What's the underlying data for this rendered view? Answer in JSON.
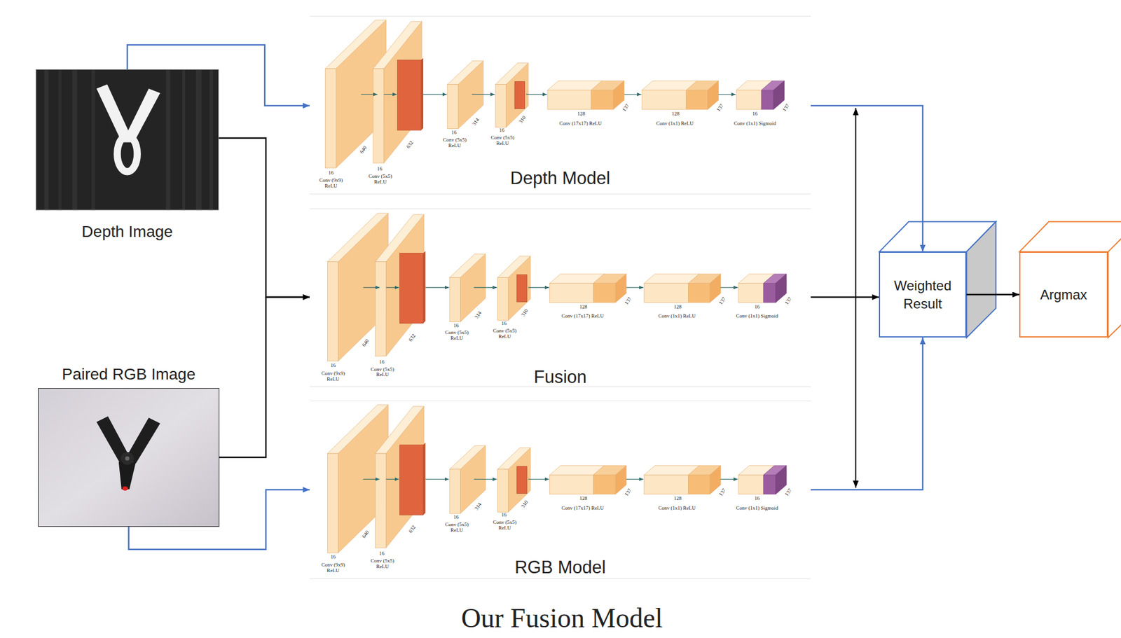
{
  "diagram": {
    "caption": "Our Fusion Model",
    "nodes": [
      {
        "text": [
          "Depth Image"
        ]
      },
      {
        "text": [
          "Paired RGB Image"
        ]
      },
      {
        "text": [
          "Depth Model"
        ]
      },
      {
        "text": [
          "Fusion"
        ]
      },
      {
        "text": [
          "RGB Model"
        ]
      },
      {
        "text": [
          "Weighted Result"
        ]
      },
      {
        "text": [
          "Argmax"
        ]
      }
    ],
    "edges": [
      {
        "from": 0,
        "to": 2,
        "arrow": "to"
      },
      {
        "from": 0,
        "to": 3,
        "arrow": "to"
      },
      {
        "from": 1,
        "to": 3,
        "arrow": "to"
      },
      {
        "from": 1,
        "to": 4,
        "arrow": "to"
      },
      {
        "from": 2,
        "to": 5,
        "arrow": "to"
      },
      {
        "from": 3,
        "to": 5,
        "arrow": "to"
      },
      {
        "from": 4,
        "to": 5,
        "arrow": "to"
      },
      {
        "from": 5,
        "to": 6,
        "arrow": "to"
      }
    ],
    "labels": [
      "16",
      "Conv (9x9) ReLU",
      "640",
      "16",
      "Conv (5x5) ReLU",
      "632",
      "16",
      "Conv (5x5) ReLU",
      "314",
      "16",
      "Conv (5x5) ReLU",
      "310",
      "128",
      "Conv (17x17) ReLU",
      "137",
      "128",
      "Conv (1x1) ReLU",
      "137",
      "16",
      "Conv (1x1) Sigmoid",
      "137",
      "16",
      "Conv (9x9) ReLU",
      "640",
      "16",
      "Conv (5x5) ReLU",
      "632",
      "16",
      "Conv (5x5) ReLU",
      "314",
      "16",
      "Conv (5x5) ReLU",
      "310",
      "128",
      "Conv (17x17) ReLU",
      "137",
      "128",
      "Conv (1x1) ReLU",
      "137",
      "16",
      "Conv (1x1) Sigmoid",
      "137",
      "16",
      "Conv (9x9) ReLU",
      "640",
      "16",
      "Conv (5x5) ReLU",
      "632",
      "16",
      "Conv (5x5) ReLU",
      "314",
      "16",
      "Conv (5x5) ReLU",
      "310",
      "128",
      "Conv (17x17) ReLU",
      "137",
      "128",
      "Conv (1x1) ReLU",
      "137",
      "16",
      "Conv (1x1) Sigmoid",
      "137"
    ]
  }
}
